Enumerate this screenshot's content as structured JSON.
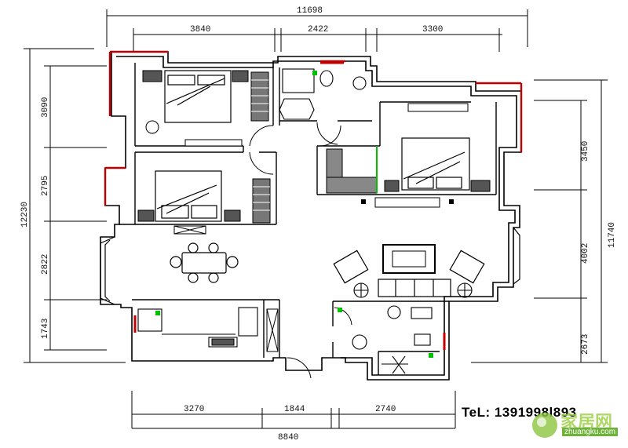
{
  "dimensions": {
    "top_total": "11698",
    "top_segments": [
      "3840",
      "2422",
      "3300"
    ],
    "bottom_total": "8840",
    "bottom_segments": [
      "3270",
      "1844",
      "2740"
    ],
    "left_total": "12230",
    "left_segments": [
      "3090",
      "2795",
      "2822",
      "1743"
    ],
    "right_total": "11740",
    "right_segments": [
      "3450",
      "4002",
      "2673"
    ]
  },
  "contact": {
    "phone_text": "TeL: 1391998ӏ893"
  },
  "watermark": {
    "cn": "家居网",
    "en": "zhuangku.com",
    "colors": {
      "green": "#8cc63f",
      "dark": "#2b2b2b"
    }
  },
  "colors": {
    "wall": "#000000",
    "balcony_red": "#c00000",
    "green_mark": "#00c000",
    "hatch": "#444444"
  }
}
